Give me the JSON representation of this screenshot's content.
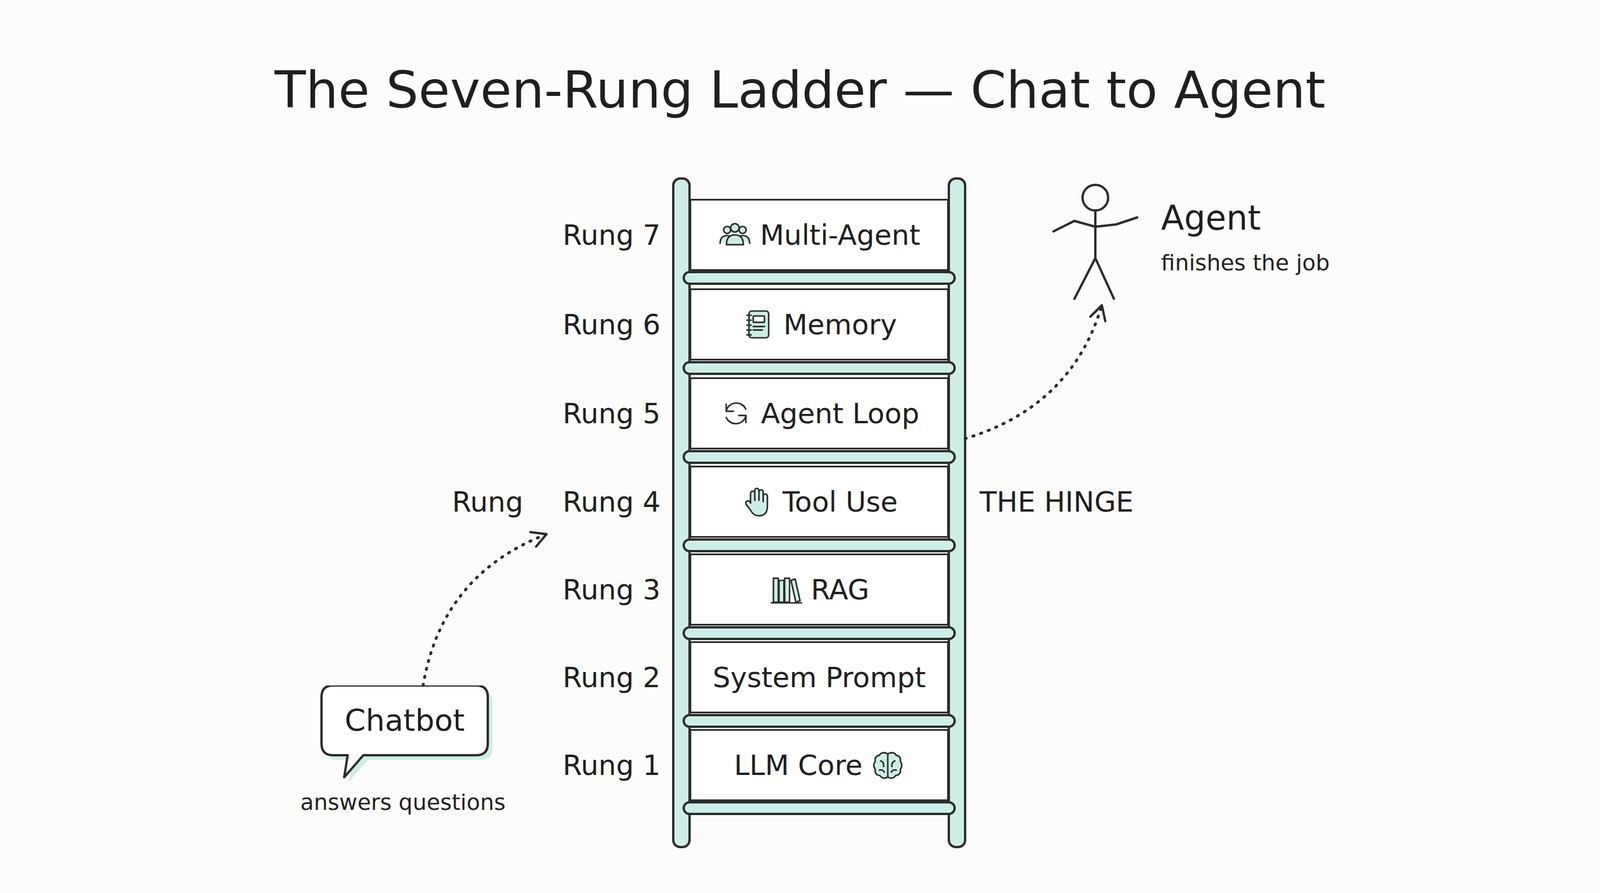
{
  "diagram": {
    "title": "The Seven-Rung Ladder — Chat to Agent",
    "nodes": [
      {
        "text": [
          "Rung 7",
          "Multi-Agent"
        ]
      },
      {
        "text": [
          "Rung 6",
          "Memory"
        ]
      },
      {
        "text": [
          "Rung 5",
          "Agent Loop"
        ]
      },
      {
        "text": [
          "Rung 4",
          "Tool Use"
        ]
      },
      {
        "text": [
          "Rung 3",
          "RAG"
        ]
      },
      {
        "text": [
          "Rung 2",
          "System Prompt"
        ]
      },
      {
        "text": [
          "Rung 1",
          "LLM Core"
        ]
      },
      {
        "text": [
          "Agent",
          "finishes the job"
        ]
      },
      {
        "text": [
          "Chatbot",
          "answers questions"
        ]
      }
    ],
    "edges": [
      {
        "from": 8,
        "to": 3,
        "arrow": "to"
      },
      {
        "from": 2,
        "to": 7,
        "arrow": "to"
      }
    ],
    "labels": [
      "Rung",
      "THE HINGE"
    ]
  }
}
